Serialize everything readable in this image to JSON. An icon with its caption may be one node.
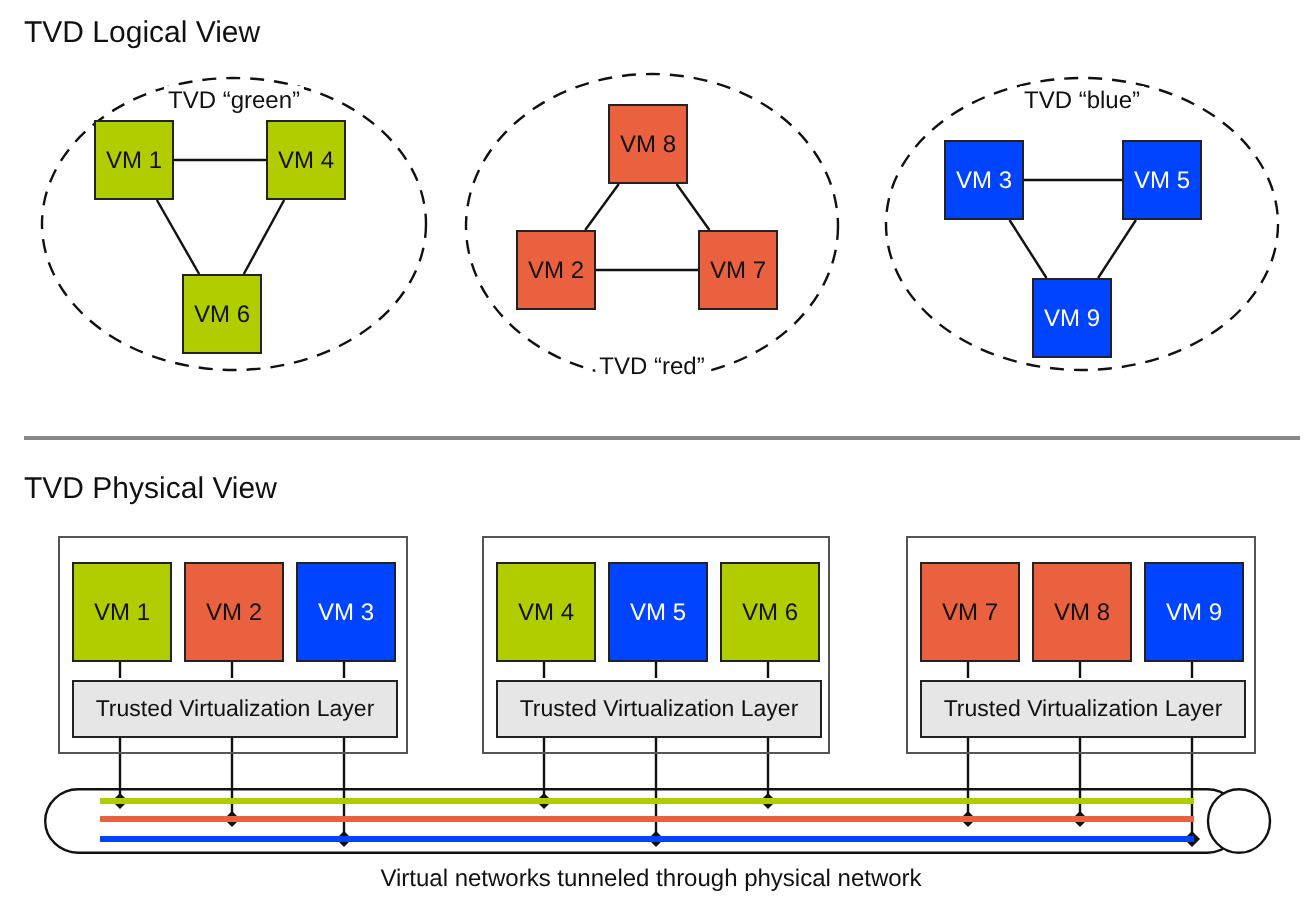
{
  "diagram": {
    "nodes": [
      {
        "text": [
          "TVD “green”"
        ]
      },
      {
        "text": [
          "VM 1"
        ],
        "in": 0
      },
      {
        "text": [
          "VM 4"
        ],
        "in": 0
      },
      {
        "text": [
          "VM 6"
        ],
        "in": 0
      },
      {
        "text": [
          "TVD “red”"
        ]
      },
      {
        "text": [
          "VM 8"
        ],
        "in": 4
      },
      {
        "text": [
          "VM 2"
        ],
        "in": 4
      },
      {
        "text": [
          "VM 7"
        ],
        "in": 4
      },
      {
        "text": [
          "TVD “blue”"
        ]
      },
      {
        "text": [
          "VM 3"
        ],
        "in": 8
      },
      {
        "text": [
          "VM 5"
        ],
        "in": 8
      },
      {
        "text": [
          "VM 9"
        ],
        "in": 8
      },
      {
        "text": [],
        "shape": "box"
      },
      {
        "text": [
          "VM 1"
        ],
        "in": 12
      },
      {
        "text": [
          "VM 2"
        ],
        "in": 12
      },
      {
        "text": [
          "VM 3"
        ],
        "in": 12
      },
      {
        "text": [
          "Trusted Virtualization Layer"
        ],
        "in": 12
      },
      {
        "text": [],
        "shape": "box"
      },
      {
        "text": [
          "VM 4"
        ],
        "in": 17
      },
      {
        "text": [
          "VM 5"
        ],
        "in": 17
      },
      {
        "text": [
          "VM 6"
        ],
        "in": 17
      },
      {
        "text": [
          "Trusted Virtualization Layer"
        ],
        "in": 17
      },
      {
        "text": [],
        "shape": "box"
      },
      {
        "text": [
          "VM 7"
        ],
        "in": 22
      },
      {
        "text": [
          "VM 8"
        ],
        "in": 22
      },
      {
        "text": [
          "VM 9"
        ],
        "in": 22
      },
      {
        "text": [
          "Trusted Virtualization Layer"
        ],
        "in": 22
      },
      {
        "text": [],
        "shape": "cylinder",
        "beside": [
          "Virtual networks tunneled through physical network"
        ]
      },
      {
        "text": [],
        "shape": "bar",
        "in": 27
      },
      {
        "text": [],
        "shape": "bar",
        "in": 27
      },
      {
        "text": [],
        "shape": "bar",
        "in": 27
      }
    ],
    "edges": [
      {
        "from": 1,
        "to": 2,
        "arrow": "none"
      },
      {
        "from": 1,
        "to": 3,
        "arrow": "none"
      },
      {
        "from": 2,
        "to": 3,
        "arrow": "none"
      },
      {
        "from": 5,
        "to": 6,
        "arrow": "none"
      },
      {
        "from": 5,
        "to": 7,
        "arrow": "none"
      },
      {
        "from": 6,
        "to": 7,
        "arrow": "none"
      },
      {
        "from": 9,
        "to": 10,
        "arrow": "none"
      },
      {
        "from": 9,
        "to": 11,
        "arrow": "none"
      },
      {
        "from": 10,
        "to": 11,
        "arrow": "none"
      },
      {
        "from": 13,
        "to": 16,
        "arrow": "none"
      },
      {
        "from": 14,
        "to": 16,
        "arrow": "none"
      },
      {
        "from": 15,
        "to": 16,
        "arrow": "none"
      },
      {
        "from": 18,
        "to": 21,
        "arrow": "none"
      },
      {
        "from": 19,
        "to": 21,
        "arrow": "none"
      },
      {
        "from": 20,
        "to": 21,
        "arrow": "none"
      },
      {
        "from": 23,
        "to": 26,
        "arrow": "none"
      },
      {
        "from": 24,
        "to": 26,
        "arrow": "none"
      },
      {
        "from": 25,
        "to": 26,
        "arrow": "none"
      },
      {
        "from": 16,
        "to": 28,
        "arrow": "other"
      },
      {
        "from": 16,
        "to": 29,
        "arrow": "other"
      },
      {
        "from": 16,
        "to": 30,
        "arrow": "other"
      },
      {
        "from": 21,
        "to": 28,
        "arrow": "other"
      },
      {
        "from": 21,
        "to": 30,
        "arrow": "other"
      },
      {
        "from": 21,
        "to": 28,
        "arrow": "other"
      },
      {
        "from": 26,
        "to": 29,
        "arrow": "other"
      },
      {
        "from": 26,
        "to": 29,
        "arrow": "other"
      },
      {
        "from": 26,
        "to": 30,
        "arrow": "other"
      }
    ],
    "labels": [
      "TVD Logical View",
      "TVD Physical View"
    ]
  }
}
